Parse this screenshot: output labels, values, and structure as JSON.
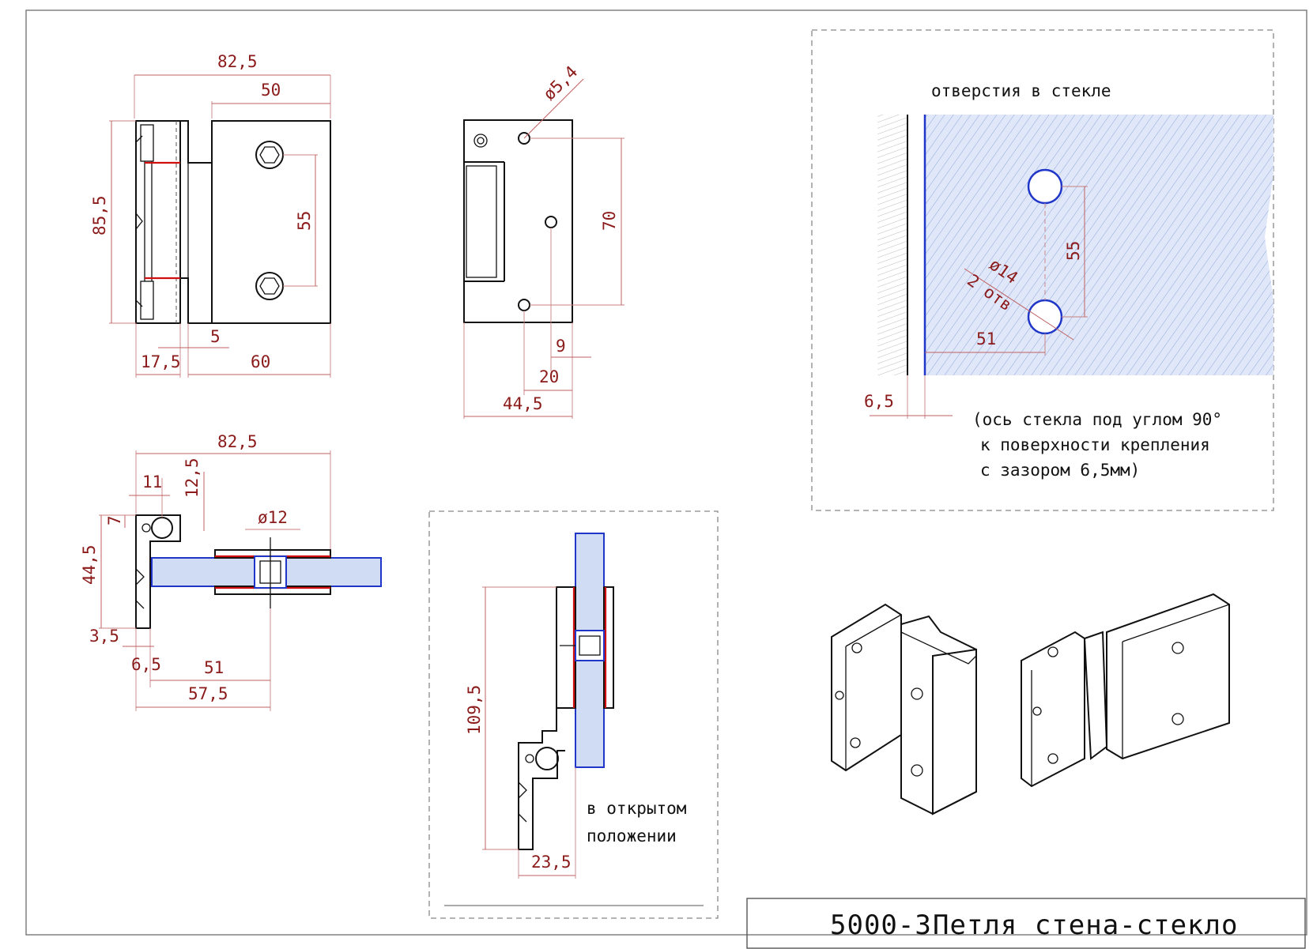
{
  "title_block": {
    "code": "5000-3",
    "name": "Петля стена-стекло"
  },
  "front_view": {
    "width_total": "82,5",
    "width_plate": "50",
    "height": "85,5",
    "hole_pitch": "55",
    "leaf_gap": "5",
    "wall_leaf": "17,5",
    "glass_leaf": "60"
  },
  "side_view": {
    "hole_dia": "ø5,4",
    "hole_pitch": "70",
    "offset_small": "9",
    "offset_mid": "20",
    "width": "44,5"
  },
  "top_view": {
    "width_total": "82,5",
    "d11": "11",
    "d12_5": "12,5",
    "d7": "7",
    "bolt_dia": "ø12",
    "height": "44,5",
    "d3_5": "3,5",
    "d6_5": "6,5",
    "d51": "51",
    "d57_5": "57,5"
  },
  "open_view": {
    "height": "109,5",
    "offset": "23,5",
    "caption_line1": "в открытом",
    "caption_line2": "положении"
  },
  "glass_holes": {
    "heading": "отверстия в стекле",
    "dia": "ø14",
    "count": "2 отв",
    "pitch": "55",
    "edge": "51",
    "gap": "6,5",
    "note_line1": "(ось стекла под углом 90°",
    "note_line2": "к поверхности крепления",
    "note_line3": "с зазором 6,5мм)"
  },
  "colors": {
    "dimension": "#8b1a1a",
    "glass_outline": "#1f36c8",
    "glass_fill": "#cfdcf4",
    "seal": "#d01010"
  }
}
